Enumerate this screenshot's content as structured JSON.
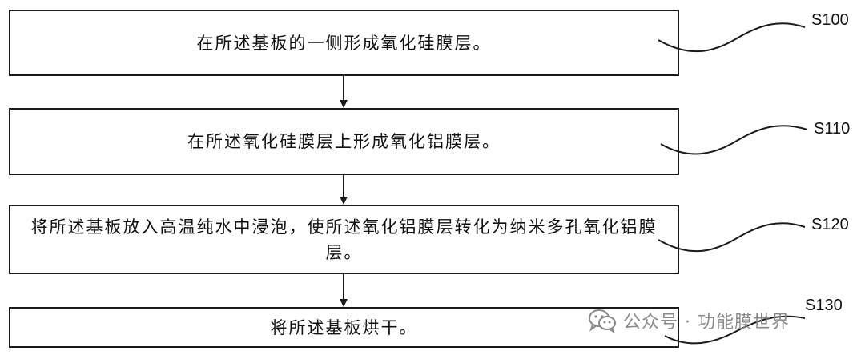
{
  "steps": [
    {
      "id": "S100",
      "text": "在所述基板的一侧形成氧化硅膜层。"
    },
    {
      "id": "S110",
      "text": "在所述氧化硅膜层上形成氧化铝膜层。"
    },
    {
      "id": "S120",
      "text": "将所述基板放入高温纯水中浸泡，使所述氧化铝膜层转化为纳米多孔氧化铝膜层。"
    },
    {
      "id": "S130",
      "text": "将所述基板烘干。"
    }
  ],
  "watermark": {
    "text": "公众号 · 功能膜世界",
    "icon": "wechat-icon"
  },
  "colors": {
    "stroke": "#1a1a1a",
    "watermark": "#8a8a8a"
  }
}
